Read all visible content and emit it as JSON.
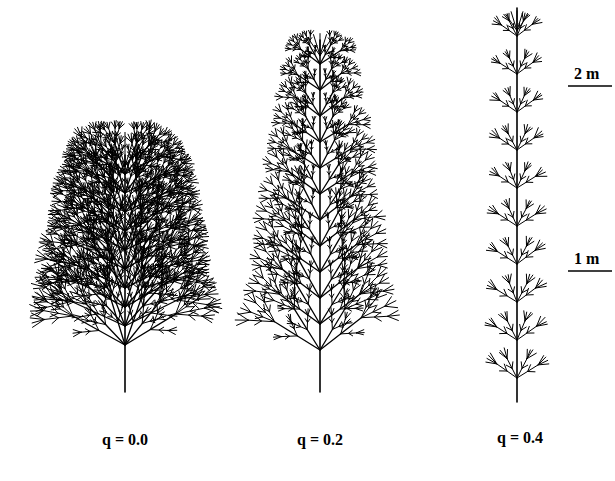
{
  "diagram": {
    "labels": [
      "q = 0.0",
      "q = 0.2",
      "q = 0.4",
      "2 m",
      "1 m"
    ]
  }
}
